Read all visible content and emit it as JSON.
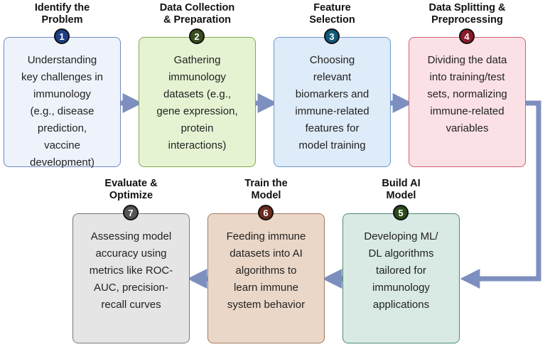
{
  "steps": [
    {
      "number": "1",
      "title_line1": "Identify the",
      "title_line2": "Problem",
      "description": [
        "Understanding",
        "key challenges in",
        "immunology",
        "(e.g., disease",
        "prediction,",
        "vaccine",
        "development)"
      ],
      "card_fill": "#eef3fb",
      "card_border": "#6f89c4",
      "badge_color": "#1f3f86"
    },
    {
      "number": "2",
      "title_line1": "Data Collection",
      "title_line2": "& Preparation",
      "description": [
        "Gathering",
        "immunology",
        "datasets (e.g.,",
        "gene expression,",
        "protein",
        "interactions)"
      ],
      "card_fill": "#e6f3d3",
      "card_border": "#7faa47",
      "badge_color": "#3b4d1e"
    },
    {
      "number": "3",
      "title_line1": "Feature",
      "title_line2": "Selection",
      "description": [
        "Choosing",
        "relevant",
        "biomarkers and",
        "immune-related",
        "features for",
        "model training"
      ],
      "card_fill": "#deebf8",
      "card_border": "#6c98cc",
      "badge_color": "#125a78"
    },
    {
      "number": "4",
      "title_line1": "Data Splitting &",
      "title_line2": "Preprocessing",
      "description": [
        "Dividing the data",
        "into training/test",
        "sets, normalizing",
        "immune-related",
        "variables"
      ],
      "card_fill": "#fbe1e6",
      "card_border": "#d35e73",
      "badge_color": "#8b1a2b"
    },
    {
      "number": "5",
      "title_line1": "Build AI",
      "title_line2": "Model",
      "description": [
        "Developing ML/",
        "DL algorithms",
        "tailored for",
        "immunology",
        "applications"
      ],
      "card_fill": "#d8eae3",
      "card_border": "#4e8c73",
      "badge_color": "#2c4b1e"
    },
    {
      "number": "6",
      "title_line1": "Train the",
      "title_line2": "Model",
      "description": [
        "Feeding immune",
        "datasets into AI",
        "algorithms to",
        "learn immune",
        "system behavior"
      ],
      "card_fill": "#ead7c8",
      "card_border": "#a37a5e",
      "badge_color": "#6b2b1d"
    },
    {
      "number": "7",
      "title_line1": "Evaluate &",
      "title_line2": "Optimize",
      "description": [
        "Assessing model",
        "accuracy using",
        "metrics like ROC-",
        "AUC, precision-",
        "recall curves"
      ],
      "card_fill": "#e5e5e5",
      "card_border": "#7a7a7a",
      "badge_color": "#555555"
    }
  ],
  "arrow_color": "#7d8fbf"
}
